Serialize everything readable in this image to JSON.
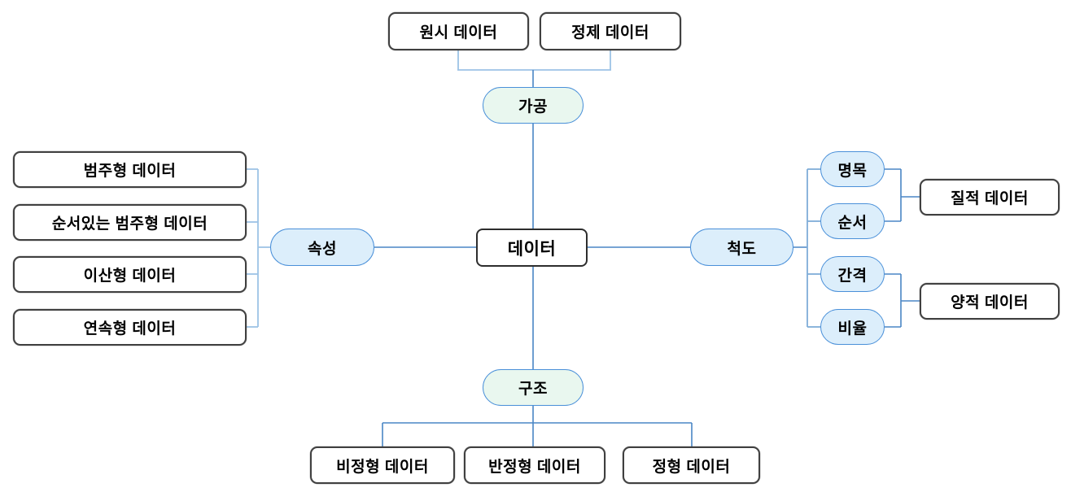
{
  "center": {
    "label": "데이터"
  },
  "processing": {
    "hub": "가공",
    "children": [
      "원시 데이터",
      "정제 데이터"
    ]
  },
  "attribute": {
    "hub": "속성",
    "children": [
      "범주형 데이터",
      "순서있는 범주형 데이터",
      "이산형 데이터",
      "연속형 데이터"
    ]
  },
  "scale": {
    "hub": "척도",
    "levels": [
      "명목",
      "순서",
      "간격",
      "비율"
    ],
    "groups": [
      "질적 데이터",
      "양적 데이터"
    ]
  },
  "structure": {
    "hub": "구조",
    "children": [
      "비정형 데이터",
      "반정형 데이터",
      "정형 데이터"
    ]
  },
  "colors": {
    "hub_green_fill": "#e9f7ef",
    "hub_blue_fill": "#dceefb",
    "hub_border": "#4a90d9",
    "box_border": "#404040",
    "connector_main": "#4a86c5",
    "connector_light": "#9dc3e6"
  }
}
